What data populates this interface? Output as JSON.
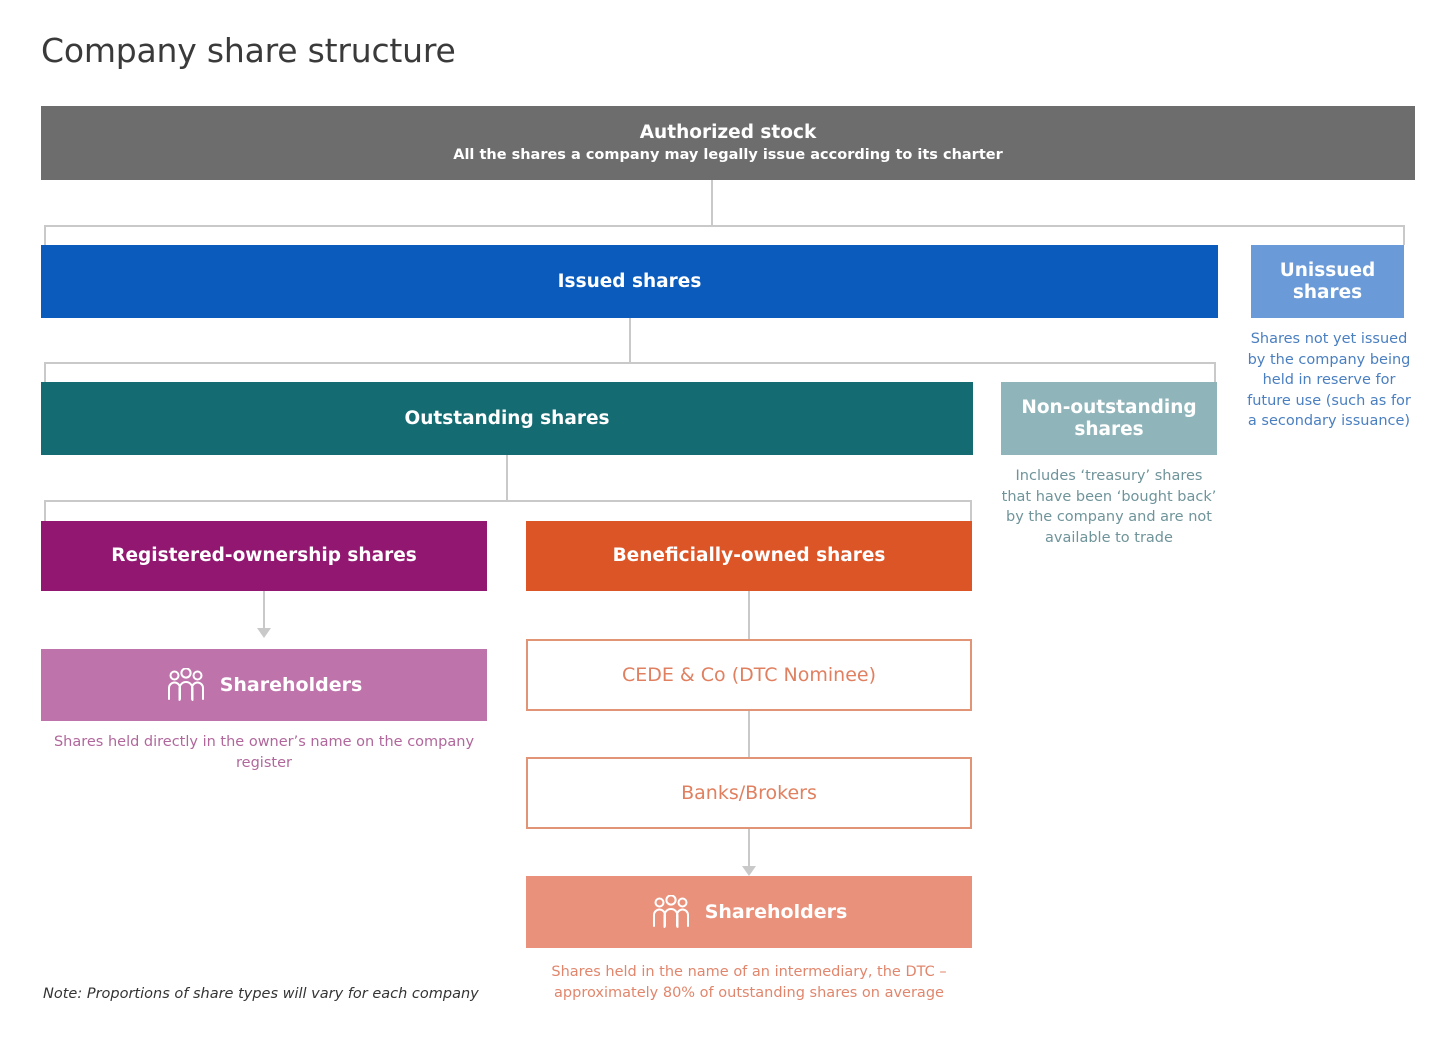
{
  "page": {
    "title": "Company share structure",
    "note": "Note: Proportions of share types will vary for each company"
  },
  "nodes": {
    "authorized": {
      "title": "Authorized stock",
      "subtitle": "All the shares a company may legally issue according to its charter",
      "color": "#6d6d6d"
    },
    "issued": {
      "title": "Issued shares",
      "color": "#0a5bbc"
    },
    "unissued": {
      "title": "Unissued shares",
      "caption": "Shares not yet issued by the company being held in reserve for future use (such as for a secondary issuance)",
      "color": "#6a9bd8",
      "caption_color": "#4a7fc0"
    },
    "outstanding": {
      "title": "Outstanding shares",
      "color": "#146b72"
    },
    "non_outstanding": {
      "title": "Non-outstanding shares",
      "caption": "Includes ‘treasury’ shares that have been ‘bought back’ by the company and are not available to trade",
      "color": "#8fb5ba",
      "caption_color": "#6f949a"
    },
    "registered": {
      "title": "Registered-ownership shares",
      "color": "#911771"
    },
    "registered_shareholders": {
      "title": "Shareholders",
      "icon": "people-icon",
      "caption": "Shares held directly in the owner’s name on the company register",
      "color": "#be73aa",
      "caption_color": "#b0679b"
    },
    "beneficial": {
      "title": "Beneficially-owned shares",
      "color": "#dc5527"
    },
    "cede": {
      "title": "CEDE & Co (DTC Nominee)",
      "color": "#e08060",
      "border_color": "#e29477"
    },
    "banks": {
      "title": "Banks/Brokers",
      "color": "#e08060",
      "border_color": "#e29477"
    },
    "beneficial_shareholders": {
      "title": "Shareholders",
      "icon": "people-icon",
      "caption": "Shares held in the name of an intermediary, the DTC – approximately 80% of outstanding shares on average",
      "color": "#e9917b",
      "caption_color": "#e1866c"
    }
  },
  "connector_color": "#c9c9c9"
}
